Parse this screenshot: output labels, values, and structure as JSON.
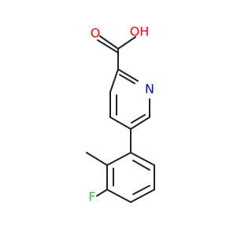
{
  "molecule": {
    "atoms": {
      "oxygen_hydroxyl": "OH",
      "oxygen_carbonyl": "O",
      "nitrogen": "N",
      "fluorine": "F"
    },
    "colors": {
      "oxygen": "#ff0000",
      "nitrogen": "#0000ff",
      "fluorine": "#32cd32",
      "bond": "#222222"
    }
  }
}
